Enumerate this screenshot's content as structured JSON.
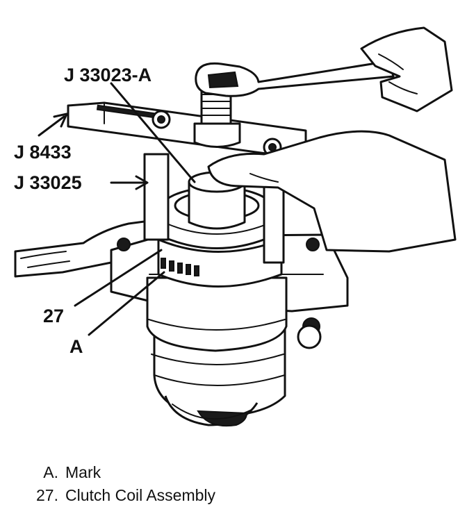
{
  "callouts": {
    "tool_a": "J 33023-A",
    "tool_b": "J 8433",
    "tool_c": "J 33025",
    "item_27": "27",
    "item_a": "A"
  },
  "legend": [
    {
      "key": "A.",
      "text": "Mark"
    },
    {
      "key": "27.",
      "text": "Clutch Coil Assembly"
    }
  ]
}
